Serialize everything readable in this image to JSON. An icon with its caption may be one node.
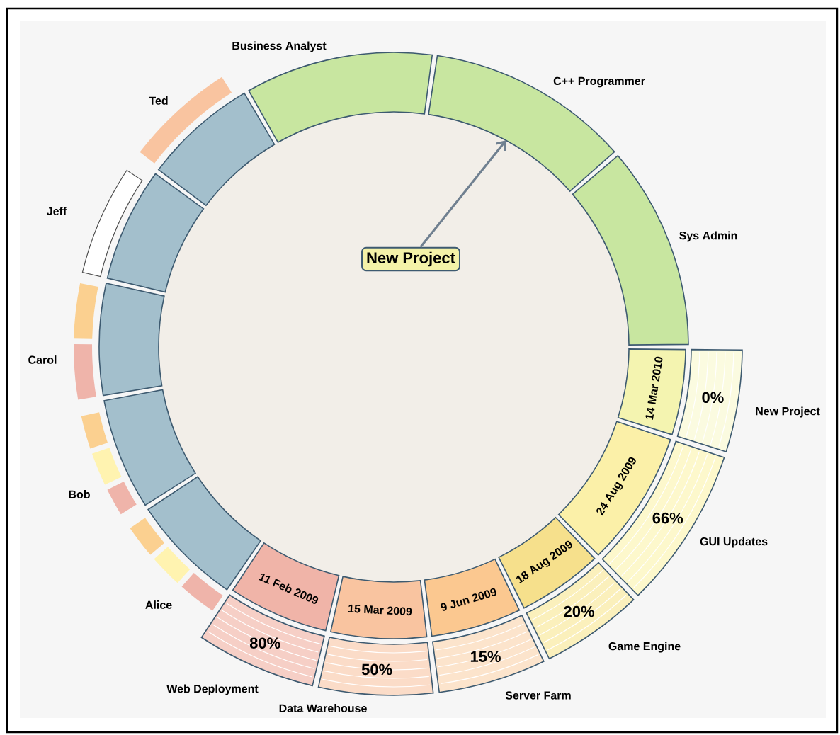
{
  "diagram": {
    "nodes": [
      {
        "text": [
          "Business Analyst"
        ]
      },
      {
        "text": [
          "C++ Programmer"
        ]
      },
      {
        "text": [
          "Sys Admin"
        ]
      },
      {
        "text": [
          "Ted"
        ]
      },
      {
        "text": [],
        "shape": "box"
      },
      {
        "text": [
          "Carol"
        ]
      },
      {
        "text": [
          "Bob"
        ]
      },
      {
        "text": [
          "Alice"
        ]
      },
      {
        "text": [
          "11 Feb 2009"
        ]
      },
      {
        "text": [
          "15 Mar 2009"
        ]
      },
      {
        "text": [
          "9 Jun 2009"
        ]
      },
      {
        "text": [
          "18 Aug 2009"
        ]
      },
      {
        "text": [
          "24 Aug 2009"
        ]
      },
      {
        "text": [
          "14 Mar 2010"
        ]
      },
      {
        "text": [
          "80%",
          "Web Deployment"
        ]
      },
      {
        "text": [
          "50%",
          "Data Warehouse"
        ]
      },
      {
        "text": [
          "15%",
          "Server Farm"
        ]
      },
      {
        "text": [
          "20%",
          "Game Engine"
        ]
      },
      {
        "text": [
          "66%",
          "GUI Updates"
        ]
      },
      {
        "text": [
          "0%",
          "New Project"
        ]
      },
      {
        "text": [
          "New Project"
        ]
      },
      {
        "text": [
          "Jeff"
        ]
      }
    ],
    "edges": [
      {
        "from": 20,
        "to": 1,
        "arrow": "to"
      }
    ]
  }
}
